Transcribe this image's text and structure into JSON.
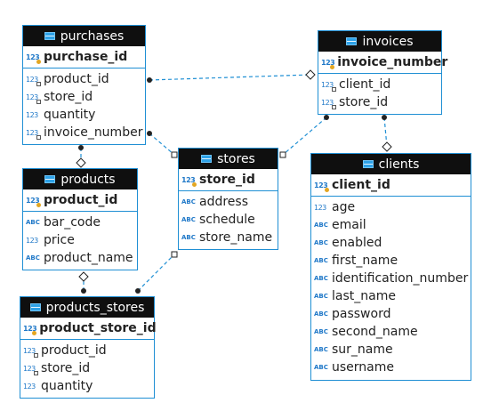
{
  "tables": {
    "purchases": {
      "title": "purchases",
      "pk": "purchase_id",
      "columns": [
        {
          "name": "product_id",
          "icon": "123",
          "kind": "fk"
        },
        {
          "name": "store_id",
          "icon": "123",
          "kind": "fk"
        },
        {
          "name": "quantity",
          "icon": "123",
          "kind": "num"
        },
        {
          "name": "invoice_number",
          "icon": "123",
          "kind": "fk"
        }
      ]
    },
    "invoices": {
      "title": "invoices",
      "pk": "invoice_number",
      "columns": [
        {
          "name": "client_id",
          "icon": "123",
          "kind": "fk"
        },
        {
          "name": "store_id",
          "icon": "123",
          "kind": "fk"
        }
      ]
    },
    "products": {
      "title": "products",
      "pk": "product_id",
      "columns": [
        {
          "name": "bar_code",
          "icon": "ABC",
          "kind": "text"
        },
        {
          "name": "price",
          "icon": "123",
          "kind": "num"
        },
        {
          "name": "product_name",
          "icon": "ABC",
          "kind": "text"
        }
      ]
    },
    "stores": {
      "title": "stores",
      "pk": "store_id",
      "columns": [
        {
          "name": "address",
          "icon": "ABC",
          "kind": "text"
        },
        {
          "name": "schedule",
          "icon": "ABC",
          "kind": "text"
        },
        {
          "name": "store_name",
          "icon": "ABC",
          "kind": "text"
        }
      ]
    },
    "clients": {
      "title": "clients",
      "pk": "client_id",
      "columns": [
        {
          "name": "age",
          "icon": "123",
          "kind": "num"
        },
        {
          "name": "email",
          "icon": "ABC",
          "kind": "text"
        },
        {
          "name": "enabled",
          "icon": "ABC",
          "kind": "text"
        },
        {
          "name": "first_name",
          "icon": "ABC",
          "kind": "text"
        },
        {
          "name": "identification_number",
          "icon": "ABC",
          "kind": "text"
        },
        {
          "name": "last_name",
          "icon": "ABC",
          "kind": "text"
        },
        {
          "name": "password",
          "icon": "ABC",
          "kind": "text"
        },
        {
          "name": "second_name",
          "icon": "ABC",
          "kind": "text"
        },
        {
          "name": "sur_name",
          "icon": "ABC",
          "kind": "text"
        },
        {
          "name": "username",
          "icon": "ABC",
          "kind": "text"
        }
      ]
    },
    "products_stores": {
      "title": "products_stores",
      "pk": "product_store_id",
      "columns": [
        {
          "name": "product_id",
          "icon": "123",
          "kind": "fk"
        },
        {
          "name": "store_id",
          "icon": "123",
          "kind": "fk"
        },
        {
          "name": "quantity",
          "icon": "123",
          "kind": "num"
        }
      ]
    }
  },
  "relationships": [
    {
      "from": "purchases",
      "to": "invoices"
    },
    {
      "from": "purchases",
      "to": "products"
    },
    {
      "from": "purchases",
      "to": "stores"
    },
    {
      "from": "invoices",
      "to": "stores"
    },
    {
      "from": "invoices",
      "to": "clients"
    },
    {
      "from": "products_stores",
      "to": "products"
    },
    {
      "from": "products_stores",
      "to": "stores"
    }
  ],
  "colors": {
    "line": "#1f8fd4",
    "header": "#0f0f0f",
    "icon": "#1f78c8",
    "key": "#e3a622"
  }
}
